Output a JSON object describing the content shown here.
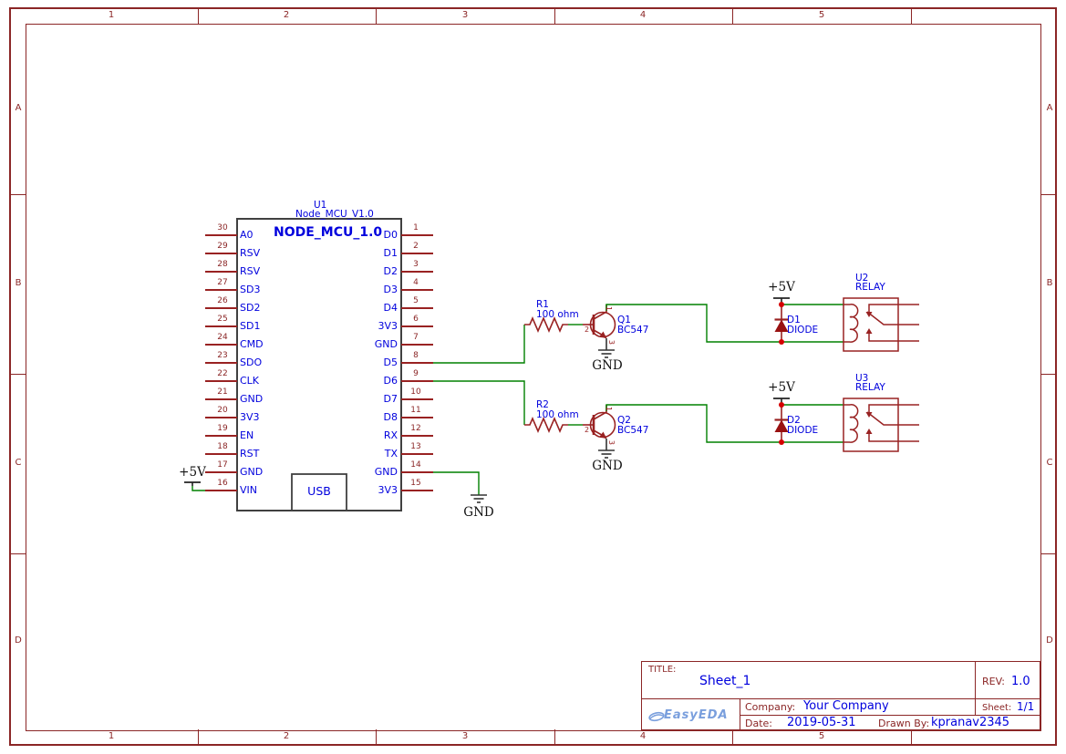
{
  "frame": {
    "columns": [
      "1",
      "2",
      "3",
      "4",
      "5"
    ],
    "rows": [
      "A",
      "B",
      "C",
      "D"
    ]
  },
  "title_block": {
    "title_label": "TITLE:",
    "title": "Sheet_1",
    "rev_label": "REV:",
    "rev": "1.0",
    "company_label": "Company:",
    "company": "Your Company",
    "sheet_label": "Sheet:",
    "sheet": "1/1",
    "date_label": "Date:",
    "date": "2019-05-31",
    "drawn_by_label": "Drawn By:",
    "drawn_by": "kpranav2345",
    "logo_text": "EasyEDA"
  },
  "mcu": {
    "ref": "U1",
    "part": "Node_MCU_V1.0",
    "name": "NODE_MCU_1.0",
    "usb_label": "USB",
    "vin_power_label": "+5V",
    "gnd14_label": "GND",
    "left_pins": [
      {
        "num": "30",
        "name": "A0"
      },
      {
        "num": "29",
        "name": "RSV"
      },
      {
        "num": "28",
        "name": "RSV"
      },
      {
        "num": "27",
        "name": "SD3"
      },
      {
        "num": "26",
        "name": "SD2"
      },
      {
        "num": "25",
        "name": "SD1"
      },
      {
        "num": "24",
        "name": "CMD"
      },
      {
        "num": "23",
        "name": "SDO"
      },
      {
        "num": "22",
        "name": "CLK"
      },
      {
        "num": "21",
        "name": "GND"
      },
      {
        "num": "20",
        "name": "3V3"
      },
      {
        "num": "19",
        "name": "EN"
      },
      {
        "num": "18",
        "name": "RST"
      },
      {
        "num": "17",
        "name": "GND"
      },
      {
        "num": "16",
        "name": "VIN"
      }
    ],
    "right_pins": [
      {
        "num": "1",
        "name": "D0"
      },
      {
        "num": "2",
        "name": "D1"
      },
      {
        "num": "3",
        "name": "D2"
      },
      {
        "num": "4",
        "name": "D3"
      },
      {
        "num": "5",
        "name": "D4"
      },
      {
        "num": "6",
        "name": "3V3"
      },
      {
        "num": "7",
        "name": "GND"
      },
      {
        "num": "8",
        "name": "D5"
      },
      {
        "num": "9",
        "name": "D6"
      },
      {
        "num": "10",
        "name": "D7"
      },
      {
        "num": "11",
        "name": "D8"
      },
      {
        "num": "12",
        "name": "RX"
      },
      {
        "num": "13",
        "name": "TX"
      },
      {
        "num": "14",
        "name": "GND"
      },
      {
        "num": "15",
        "name": "3V3"
      }
    ]
  },
  "channels": [
    {
      "resistor_ref": "R1",
      "resistor_value": "100 ohm",
      "transistor_ref": "Q1",
      "transistor_part": "BC547",
      "transistor_pins": [
        "1",
        "2",
        "3"
      ],
      "diode_ref": "D1",
      "diode_part": "DIODE",
      "relay_ref": "U2",
      "relay_part": "RELAY",
      "power_label": "+5V",
      "gnd_label": "GND"
    },
    {
      "resistor_ref": "R2",
      "resistor_value": "100 ohm",
      "transistor_ref": "Q2",
      "transistor_part": "BC547",
      "transistor_pins": [
        "1",
        "2",
        "3"
      ],
      "diode_ref": "D2",
      "diode_part": "DIODE",
      "relay_ref": "U3",
      "relay_part": "RELAY",
      "power_label": "+5V",
      "gnd_label": "GND"
    }
  ],
  "colors": {
    "frame_red": "#8b2626",
    "component_red": "#992222",
    "wire_green": "#008000",
    "text_blue": "#0000dd",
    "junction_red": "#d40000",
    "logo_blue": "#7a9fdd"
  }
}
